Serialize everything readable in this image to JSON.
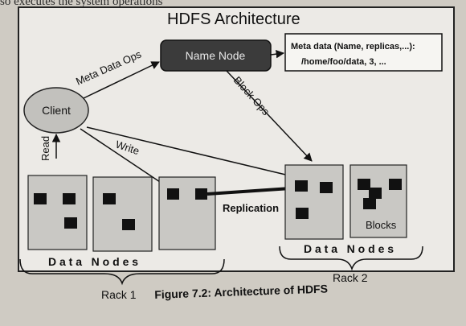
{
  "page_text_top": "so executes the system operations",
  "diagram": {
    "title": "HDFS Architecture",
    "name_node": "Name Node",
    "metadata_line1": "Meta data (Name, replicas,...):",
    "metadata_line2": "/home/foo/data,  3, ...",
    "client": "Client",
    "edge_meta_data_ops": "Meta Data Ops",
    "edge_block_ops": "Block Ops",
    "edge_read": "Read",
    "edge_write": "Write",
    "edge_replication": "Replication",
    "blocks_label": "Blocks",
    "data_nodes_left": "D a t a   N o d e s",
    "data_nodes_right": "D a t a   N o d e s",
    "rack1": "Rack 1",
    "rack2": "Rack 2"
  },
  "caption": "Figure 7.2: Architecture of HDFS",
  "colors": {
    "name_node_fill": "#3b3b3b",
    "client_fill": "#c2c1bd",
    "node_fill": "#c9c8c4",
    "block_fill": "#111111"
  }
}
